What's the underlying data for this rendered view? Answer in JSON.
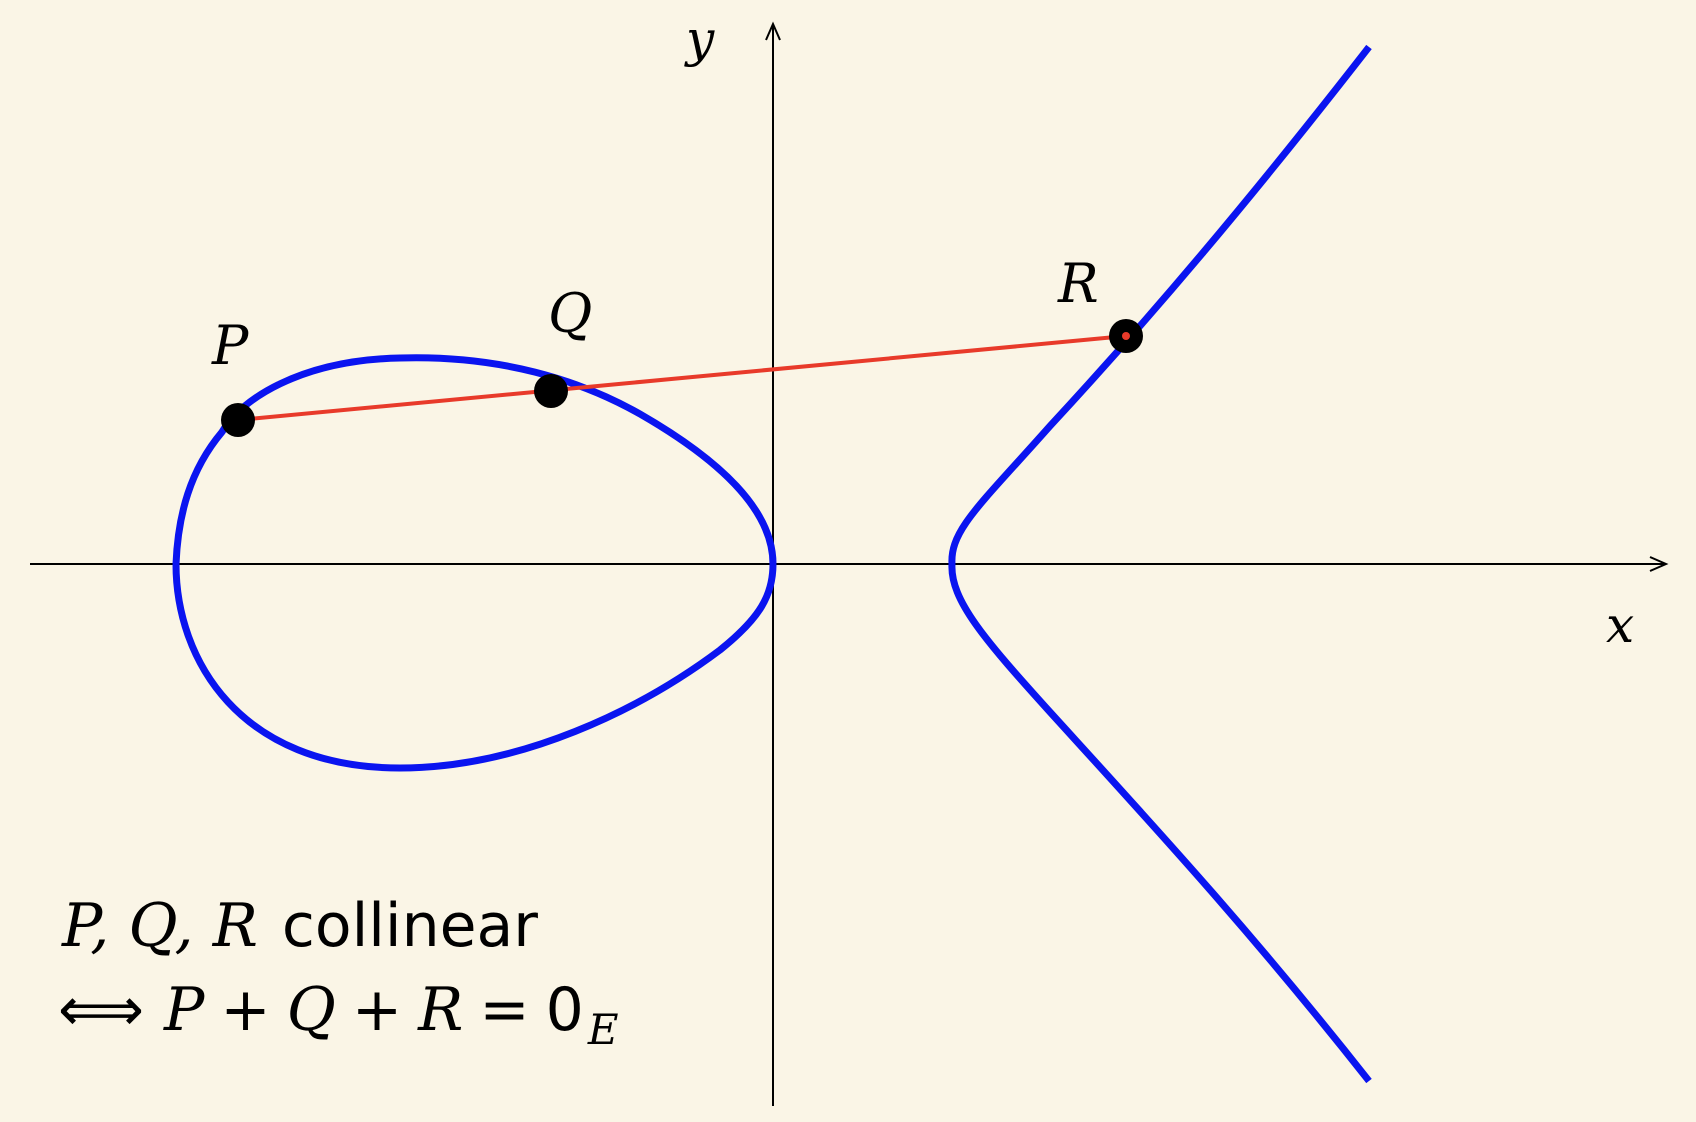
{
  "axes": {
    "x_label": "x",
    "y_label": "y"
  },
  "curve": {
    "color": "#0a14f0"
  },
  "line": {
    "color": "#e83a2a"
  },
  "points": [
    {
      "label": "P"
    },
    {
      "label": "Q"
    },
    {
      "label": "R"
    }
  ],
  "caption": {
    "line1_math": "P, Q, R",
    "line1_text": "collinear",
    "line2_arrow": "⟺",
    "line2_P": "P",
    "line2_plus1": "+",
    "line2_Q": "Q",
    "line2_plus2": "+",
    "line2_R": "R",
    "line2_eq": "=",
    "line2_zero": "0",
    "line2_sub": "E"
  }
}
